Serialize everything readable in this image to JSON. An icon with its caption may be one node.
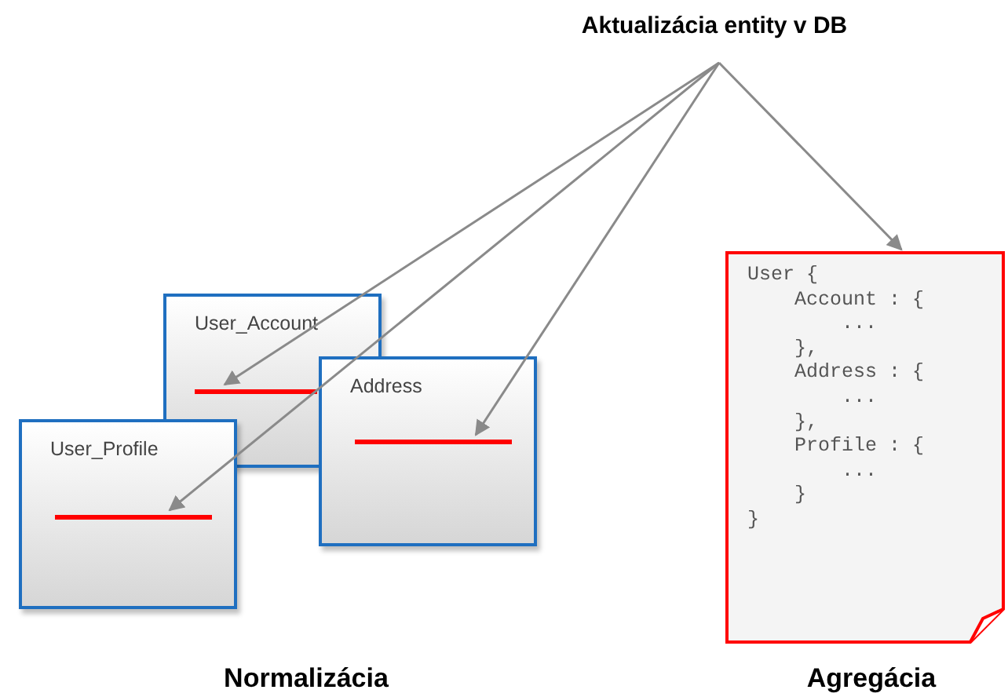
{
  "diagram": {
    "nodes": [
      {
        "text": [
          "Aktualizácia entity v DB"
        ]
      },
      {
        "text": [
          "User_Account"
        ]
      },
      {
        "text": [],
        "shape": "bar",
        "in": 1
      },
      {
        "text": [
          "Address"
        ]
      },
      {
        "text": [],
        "shape": "bar",
        "in": 3
      },
      {
        "text": [
          "User_Profile"
        ]
      },
      {
        "text": [],
        "shape": "bar",
        "in": 5
      },
      {
        "text": [
          "User {",
          "Account : {",
          "...",
          "},",
          "Address : {",
          "...",
          "},",
          "Profile : {",
          "...",
          "}",
          "}"
        ]
      }
    ],
    "edges": [
      {
        "from": 0,
        "to": 2,
        "arrow": "to"
      },
      {
        "from": 0,
        "to": 4,
        "arrow": "to"
      },
      {
        "from": 0,
        "to": 6,
        "arrow": "to"
      },
      {
        "from": 0,
        "to": 7,
        "arrow": "to"
      }
    ],
    "labels": [
      "Normalizácia",
      "Agregácia"
    ]
  }
}
